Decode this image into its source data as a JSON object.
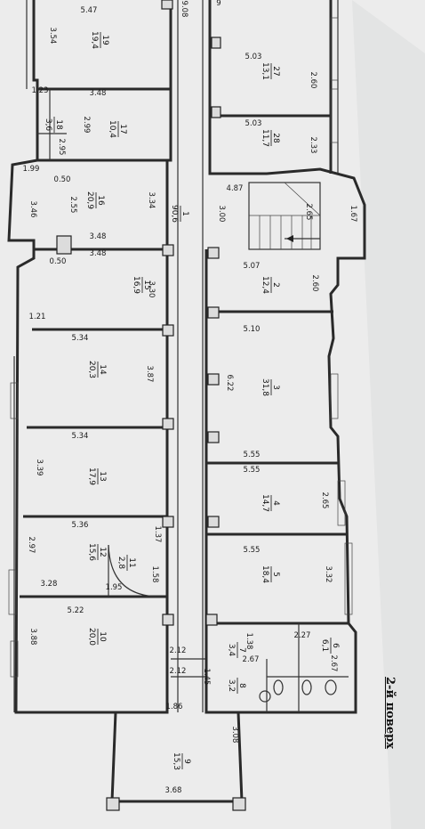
{
  "floor_label": "2-й поверх",
  "rooms": [
    {
      "number": "19",
      "area": "19,4"
    },
    {
      "number": "18",
      "area": "3,6"
    },
    {
      "number": "17",
      "area": "10,4"
    },
    {
      "number": "16",
      "area": "20,9"
    },
    {
      "number": "15",
      "area": "16,9"
    },
    {
      "number": "14",
      "area": "20,3"
    },
    {
      "number": "13",
      "area": "17,9"
    },
    {
      "number": "12",
      "area": "15,6"
    },
    {
      "number": "11",
      "area": "2,8"
    },
    {
      "number": "10",
      "area": "20,0"
    },
    {
      "number": "9",
      "area": "15,3"
    },
    {
      "number": "1",
      "area": "90,6"
    },
    {
      "number": "27",
      "area": "13,1"
    },
    {
      "number": "28",
      "area": "11,7"
    },
    {
      "number": "2",
      "area": "12,4"
    },
    {
      "number": "3",
      "area": "31,8"
    },
    {
      "number": "4",
      "area": "14,7"
    },
    {
      "number": "5",
      "area": "18,4"
    },
    {
      "number": "6",
      "area": "6,1"
    },
    {
      "number": "7",
      "area": "3,4"
    },
    {
      "number": "8",
      "area": "3,2"
    }
  ],
  "dimensions": [
    "5.47",
    "3.54",
    "1.23",
    "3.48",
    "2.99",
    "2.95",
    "1.99",
    "0.50",
    "2.55",
    "3.46",
    "3.34",
    "3.48",
    "3.48",
    "0.50",
    "3.30",
    "1.21",
    "5.34",
    "3.87",
    "5.34",
    "3.39",
    "5.36",
    "1.37",
    "2.97",
    "1.58",
    "3.28",
    "1.95",
    "5.22",
    "3.88",
    "2.12",
    "2.12",
    "1.45",
    "1.86",
    "3.68",
    "3.08",
    "5.03",
    "2.60",
    "5.03",
    "2.33",
    "4.87",
    "2.65",
    "1.67",
    "3.00",
    "5.07",
    "2.60",
    "5.10",
    "6.22",
    "5.55",
    "5.55",
    "2.65",
    "5.55",
    "3.32",
    "1.38",
    "2.27",
    "2.67",
    "2.67",
    "9.08",
    "9"
  ]
}
